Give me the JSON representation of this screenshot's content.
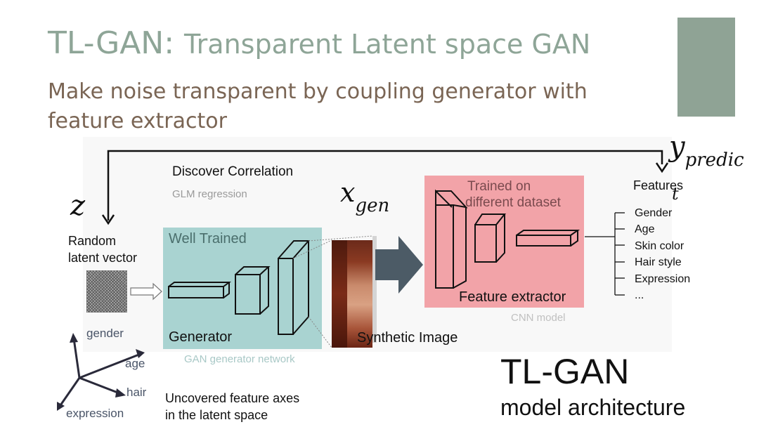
{
  "title": {
    "main": "TL-GAN:",
    "rest": "Transparent Latent space GAN"
  },
  "subtitle": {
    "line1": "Make noise transparent by coupling generator with",
    "line2": "feature extractor"
  },
  "colors": {
    "title": "#8ea597",
    "subtitle": "#7a6554",
    "accent": "#8fa395",
    "generator": "#a9d3d1",
    "feature_extractor": "#f2a3a8",
    "arrow": "#4c5b66"
  },
  "diagram": {
    "z_symbol": "z",
    "random_vector": {
      "line1": "Random",
      "line2": "latent vector"
    },
    "discover": "Discover Correlation",
    "glm": "GLM regression",
    "x_gen": {
      "base": "x",
      "sub": "gen"
    },
    "y_pred": {
      "base": "y",
      "sub": "predic",
      "sub2": "t"
    },
    "generator": {
      "top": "Well Trained",
      "bottom": "Generator",
      "caption": "GAN generator network"
    },
    "synthetic": "Synthetic Image",
    "feature_extractor": {
      "top_line1": "Trained on",
      "top_line2": "different dataset",
      "bottom": "Feature extractor",
      "caption": "CNN model"
    },
    "features": {
      "heading": "Features",
      "items": [
        "Gender",
        "Age",
        "Skin color",
        "Hair style",
        "Expression",
        "..."
      ]
    },
    "axes": {
      "gender": "gender",
      "age": "age",
      "hair": "hair",
      "expression": "expression"
    },
    "uncovered": {
      "line1": "Uncovered feature axes",
      "line2": "in the latent space"
    }
  },
  "big_label": {
    "title": "TL-GAN",
    "subtitle": "model architecture"
  }
}
